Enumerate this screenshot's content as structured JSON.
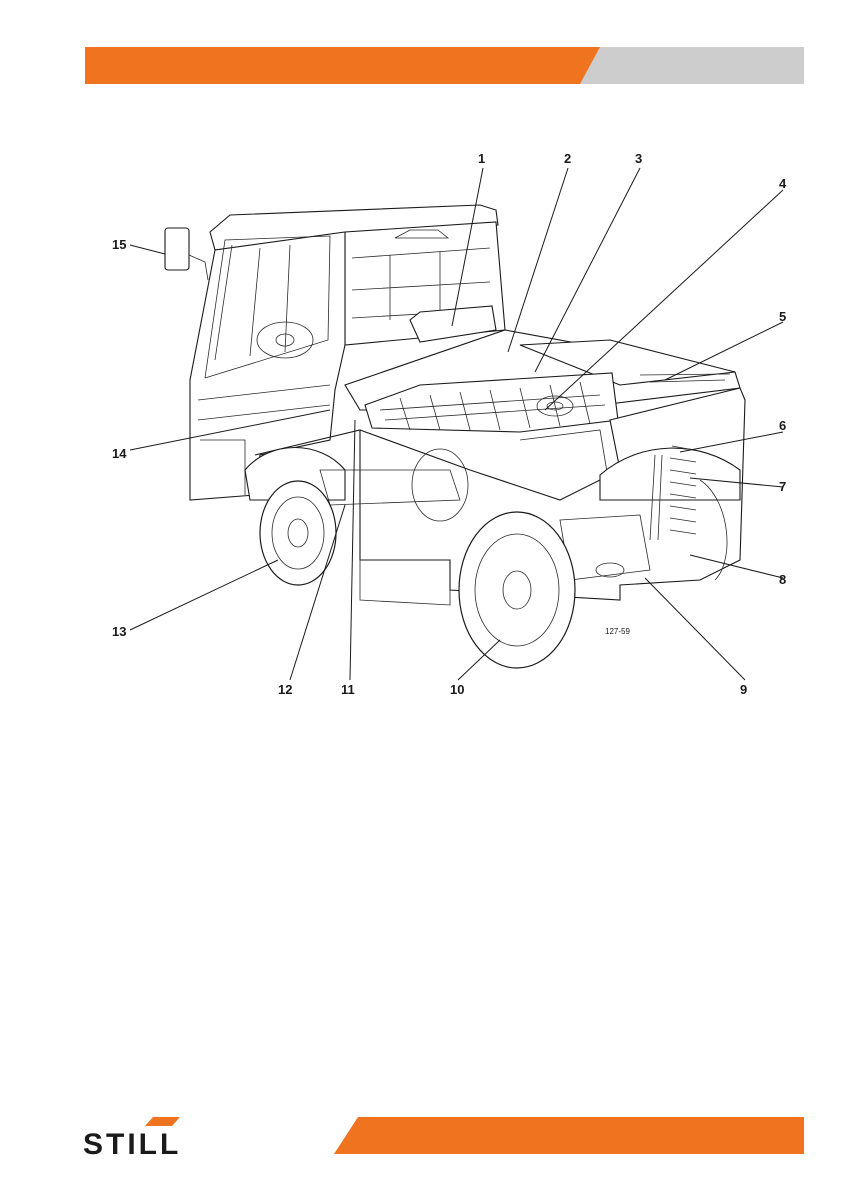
{
  "header": {
    "accent_color": "#f07420",
    "gray_color": "#cdcdcd"
  },
  "figure": {
    "reference": "127-59",
    "callouts": [
      "1",
      "2",
      "3",
      "4",
      "5",
      "6",
      "7",
      "8",
      "9",
      "10",
      "11",
      "12",
      "13",
      "14",
      "15"
    ]
  },
  "footer": {
    "brand": "STILL",
    "accent_color": "#f07420",
    "logo_color": "#1a1a1a"
  }
}
